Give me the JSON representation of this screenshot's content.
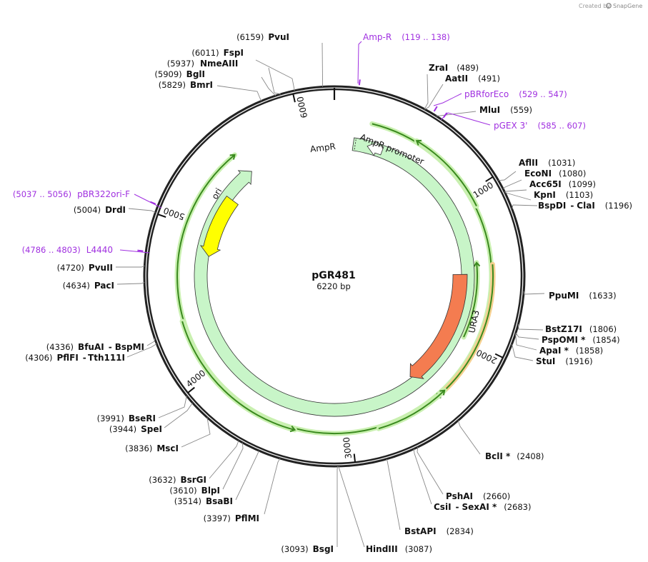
{
  "credit": {
    "prefix": "Created by",
    "brand": "SnapGene"
  },
  "map": {
    "name": "pGR481",
    "length_label": "6220 bp",
    "length": 6220
  },
  "ticks": [
    "1000",
    "2000",
    "3000",
    "4000",
    "5000",
    "6000"
  ],
  "features": {
    "ampr": "AmpR",
    "ampr_promoter": "AmpR promoter",
    "ori": "ori",
    "ura3": "URA3"
  },
  "sites": [
    {
      "name": "PvuI",
      "pos": "(6159)"
    },
    {
      "name": "FspI",
      "pos": "(6011)"
    },
    {
      "name": "NmeAIII",
      "pos": "(5937)"
    },
    {
      "name": "BglI",
      "pos": "(5909)"
    },
    {
      "name": "BmrI",
      "pos": "(5829)"
    },
    {
      "name": "ZraI",
      "pos": "(489)"
    },
    {
      "name": "AatII",
      "pos": "(491)"
    },
    {
      "name": "MluI",
      "pos": "(559)"
    },
    {
      "name": "AflII",
      "pos": "(1031)"
    },
    {
      "name": "EcoNI",
      "pos": "(1080)"
    },
    {
      "name": "Acc65I",
      "pos": "(1099)"
    },
    {
      "name": "KpnI",
      "pos": "(1103)"
    },
    {
      "name": "BspDI",
      "sep": "-",
      "name2": "ClaI",
      "pos": "(1196)"
    },
    {
      "name": "PpuMI",
      "pos": "(1633)"
    },
    {
      "name": "BstZ17I",
      "pos": "(1806)"
    },
    {
      "name": "PspOMI *",
      "pos": "(1854)"
    },
    {
      "name": "ApaI *",
      "pos": "(1858)"
    },
    {
      "name": "StuI",
      "pos": "(1916)"
    },
    {
      "name": "BclI *",
      "pos": "(2408)"
    },
    {
      "name": "PshAI",
      "pos": "(2660)"
    },
    {
      "name": "CsiI",
      "sep": "-",
      "name2": "SexAI *",
      "pos": "(2683)"
    },
    {
      "name": "BstAPI",
      "pos": "(2834)"
    },
    {
      "name": "HindIII",
      "pos": "(3087)"
    },
    {
      "name": "BsgI",
      "pos": "(3093)"
    },
    {
      "name": "PflMI",
      "pos": "(3397)"
    },
    {
      "name": "BsaBI",
      "pos": "(3514)"
    },
    {
      "name": "BlpI",
      "pos": "(3610)"
    },
    {
      "name": "BsrGI",
      "pos": "(3632)"
    },
    {
      "name": "MscI",
      "pos": "(3836)"
    },
    {
      "name": "SpeI",
      "pos": "(3944)"
    },
    {
      "name": "BseRI",
      "pos": "(3991)"
    },
    {
      "name": "BfuAI",
      "sep": "-",
      "name2": "BspMI",
      "pos": "(4336)"
    },
    {
      "name": "PflFI",
      "sep": "-",
      "name2": "Tth111I",
      "pos": "(4306)"
    },
    {
      "name": "PacI",
      "pos": "(4634)"
    },
    {
      "name": "PvuII",
      "pos": "(4720)"
    },
    {
      "name": "DrdI",
      "pos": "(5004)"
    }
  ],
  "primers": [
    {
      "name": "Amp-R",
      "pos": "(119 .. 138)"
    },
    {
      "name": "pBRforEco",
      "pos": "(529 .. 547)"
    },
    {
      "name": "pGEX 3'",
      "pos": "(585 .. 607)"
    },
    {
      "name": "pBR322ori-F",
      "pos": "(5037 .. 5056)"
    },
    {
      "name": "L4440",
      "pos": "(4786 .. 4803)"
    }
  ],
  "colors": {
    "backbone": "#222222",
    "ampr": "#c8f5c8",
    "ori": "#ffff00",
    "ura3": "#f47c50",
    "orf_line": "#3a8a1e",
    "orf_glow": "#c9f0b0",
    "orf_orange": "#f5d090",
    "primer": "#a030e0",
    "promoter": "#ffffff"
  }
}
